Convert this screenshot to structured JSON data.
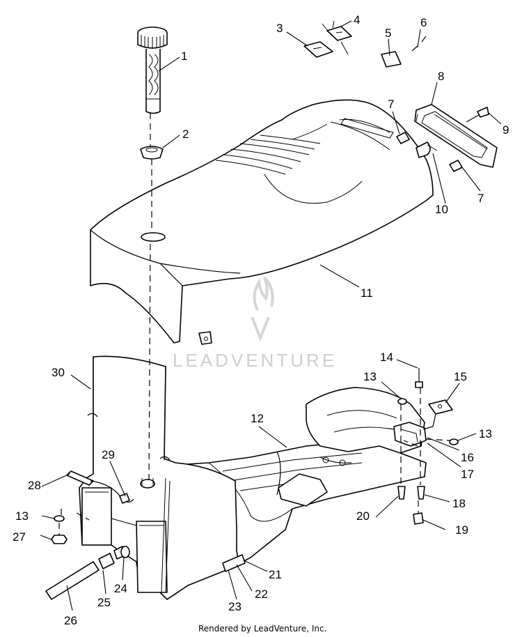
{
  "callouts": [
    "1",
    "2",
    "3",
    "4",
    "5",
    "6",
    "7",
    "7",
    "8",
    "9",
    "10",
    "11",
    "12",
    "13",
    "13",
    "13",
    "14",
    "15",
    "16",
    "17",
    "18",
    "19",
    "20",
    "21",
    "22",
    "23",
    "24",
    "25",
    "26",
    "27",
    "28",
    "29",
    "30"
  ],
  "watermark": {
    "text": "LEADVENTURE",
    "icon": "flame-chevron-logo-icon",
    "color": "#cfcfcf"
  },
  "footer": "Rendered by LeadVenture, Inc."
}
